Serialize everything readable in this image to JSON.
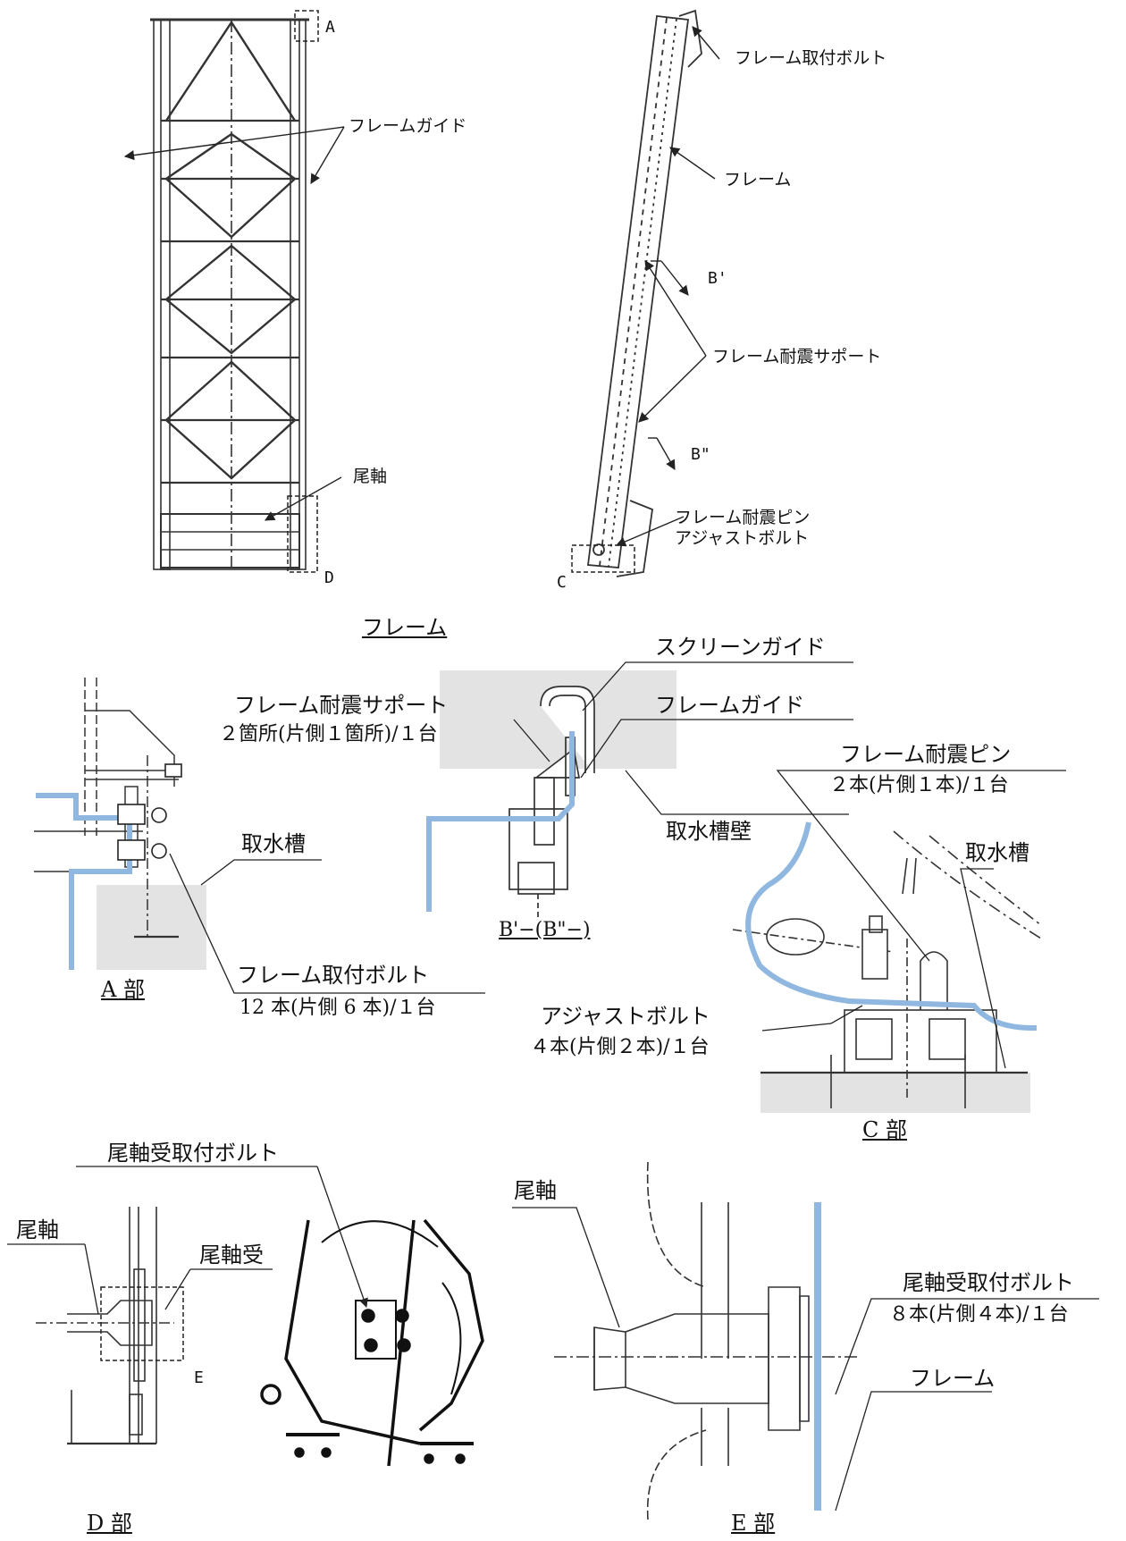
{
  "frame_section": {
    "title": "フレーム",
    "callout_A": "A",
    "callout_C": "C",
    "callout_D": "D",
    "callout_B1": "B'",
    "callout_B2": "B\"",
    "frame_guide": "フレームガイド",
    "tail_shaft": "尾軸",
    "frame_mount_bolt": "フレーム取付ボルト",
    "frame": "フレーム",
    "frame_seismic_support": "フレーム耐震サポート",
    "frame_seismic_pin": "フレーム耐震ピン",
    "adjust_bolt": "アジャストボルト"
  },
  "detail_A": {
    "title": "A 部",
    "water_tank": "取水槽",
    "mount_bolt": "フレーム取付ボルト",
    "mount_bolt_qty": "12 本(片側 6 本)/１台"
  },
  "detail_B": {
    "title": "B'−(B\"−)",
    "screen_guide": "スクリーンガイド",
    "seismic_support": "フレーム耐震サポート",
    "seismic_support_qty": "２箇所(片側１箇所)/１台",
    "frame_guide": "フレームガイド",
    "tank_wall": "取水槽壁"
  },
  "detail_C": {
    "title": "C 部",
    "seismic_pin": "フレーム耐震ピン",
    "seismic_pin_qty": "２本(片側１本)/１台",
    "water_tank": "取水槽",
    "adjust_bolt": "アジャストボルト",
    "adjust_bolt_qty": "４本(片側２本)/１台"
  },
  "detail_D": {
    "title": "D 部",
    "tail_shaft_bolt": "尾軸受取付ボルト",
    "tail_shaft": "尾軸",
    "tail_shaft_bearing": "尾軸受",
    "callout_E": "E"
  },
  "detail_E": {
    "title": "E 部",
    "tail_shaft": "尾軸",
    "tail_shaft_bolt": "尾軸受取付ボルト",
    "tail_shaft_bolt_qty": "８本(片側４本)/１台",
    "frame": "フレーム"
  },
  "colors": {
    "line": "#222222",
    "blue_highlight": "#8fb7e0",
    "concrete_fill": "#e3e3e3"
  }
}
